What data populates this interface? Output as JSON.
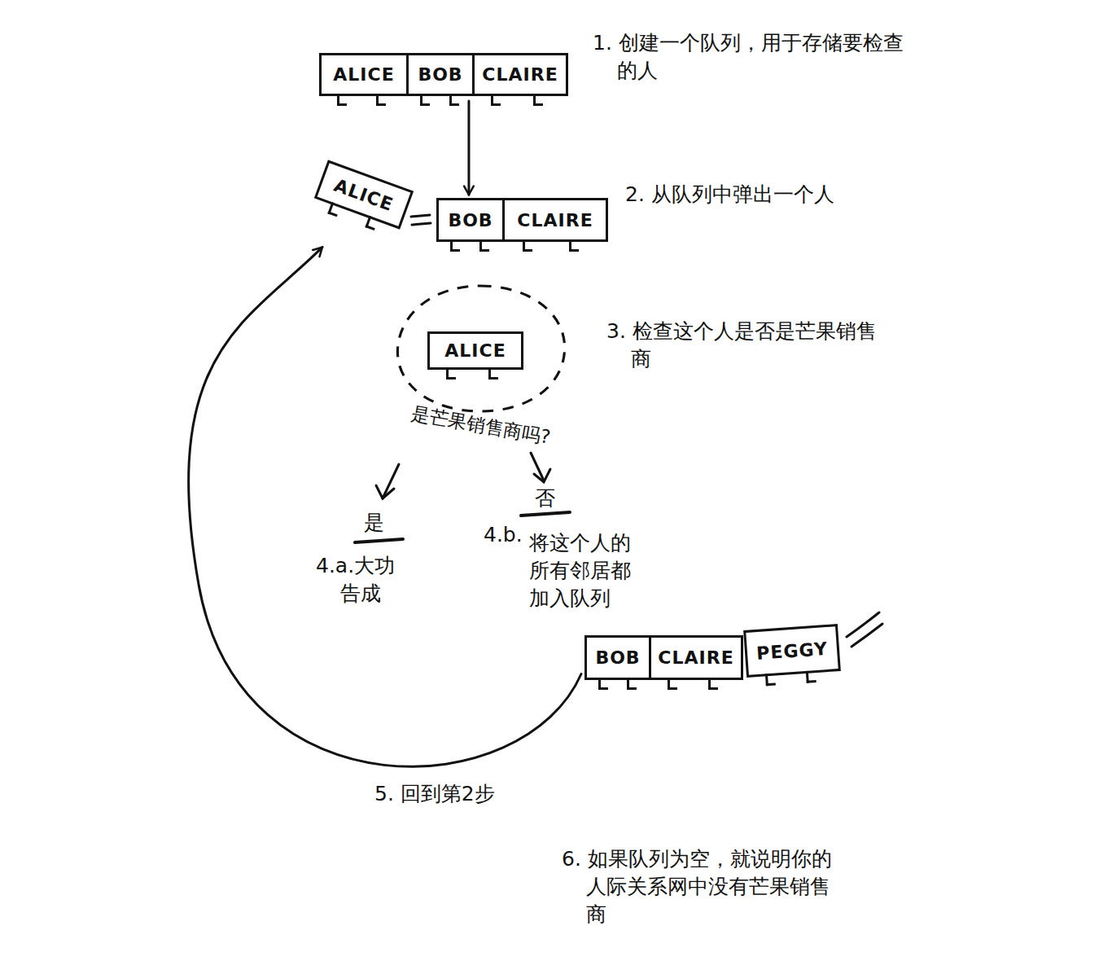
{
  "diagram": {
    "nodes": [
      {
        "text": [
          "ALICE"
        ]
      },
      {
        "text": [
          "BOB"
        ]
      },
      {
        "text": [
          "CLAIRE"
        ]
      },
      {
        "text": [
          "ALICE"
        ]
      },
      {
        "text": [
          "BOB"
        ]
      },
      {
        "text": [
          "CLAIRE"
        ]
      },
      {
        "text": [
          "是芒果销售商吗?"
        ]
      },
      {
        "text": [
          "ALICE"
        ],
        "in": 6
      },
      {
        "text": [
          "BOB"
        ]
      },
      {
        "text": [
          "CLAIRE"
        ]
      },
      {
        "text": [
          "PEGGY"
        ]
      }
    ],
    "edges": [
      {
        "from": 1,
        "to": 4,
        "arrow": "to"
      },
      {
        "from": 8,
        "to": 3,
        "arrow": "to"
      }
    ],
    "labels": [
      "1. 创建一个队列，用于存储要检查的人",
      "2. 从队列中弹出一个人",
      "3. 检查这个人是否是芒果销售商",
      "是",
      "4.a.大功告成",
      "否",
      "4.b.",
      "将这个人的所有邻居都加入队列",
      "5. 回到第2步",
      "6. 如果队列为空，就说明你的人际关系网中没有芒果销售商"
    ]
  }
}
